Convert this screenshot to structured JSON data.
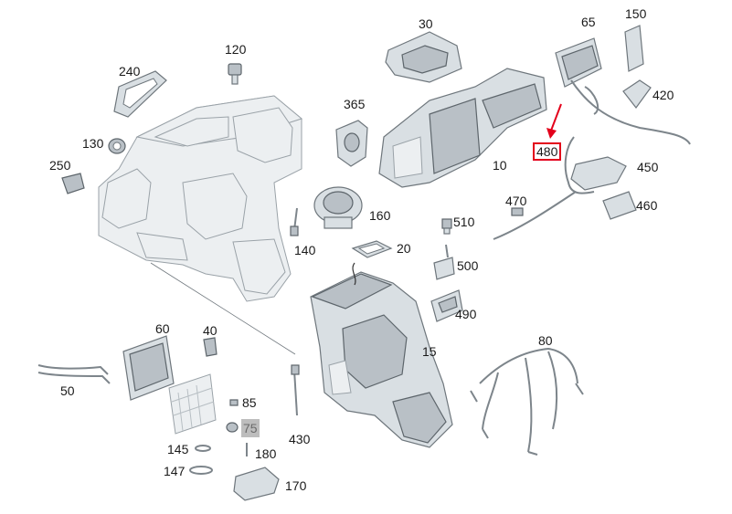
{
  "colors": {
    "part_fill": "#d9dfe3",
    "part_stroke": "#6e767c",
    "ghost_fill": "#eceff1",
    "highlight_red": "#e3001b"
  },
  "labels": {
    "p10": "10",
    "p15": "15",
    "p20": "20",
    "p30": "30",
    "p40": "40",
    "p50": "50",
    "p60": "60",
    "p65": "65",
    "p75": "75",
    "p80": "80",
    "p85": "85",
    "p120": "120",
    "p130": "130",
    "p140": "140",
    "p145": "145",
    "p147": "147",
    "p150": "150",
    "p160": "160",
    "p170": "170",
    "p180": "180",
    "p240": "240",
    "p250": "250",
    "p365": "365",
    "p420": "420",
    "p430": "430",
    "p450": "450",
    "p460": "460",
    "p470": "470",
    "p480": "480",
    "p490": "490",
    "p500": "500",
    "p510": "510"
  },
  "highlighted_part": "480",
  "greyed_part": "75"
}
